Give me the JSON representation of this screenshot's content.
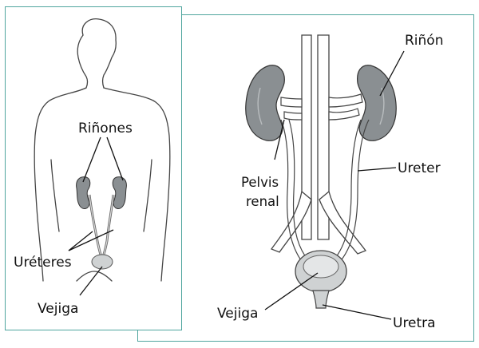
{
  "overview": {
    "label_kidneys": "Riñones",
    "label_ureters": "Uréteres",
    "label_bladder": "Vejiga"
  },
  "detail": {
    "label_kidney": "Riñón",
    "label_pelvis_line1": "Pelvis",
    "label_pelvis_line2": "renal",
    "label_ureter": "Ureter",
    "label_bladder": "Vejiga",
    "label_urethra": "Uretra"
  },
  "colors": {
    "frame": "#4fa59e",
    "kidney_fill": "#8a8f92",
    "bladder_fill": "#cfd2d3",
    "line": "#333333"
  }
}
